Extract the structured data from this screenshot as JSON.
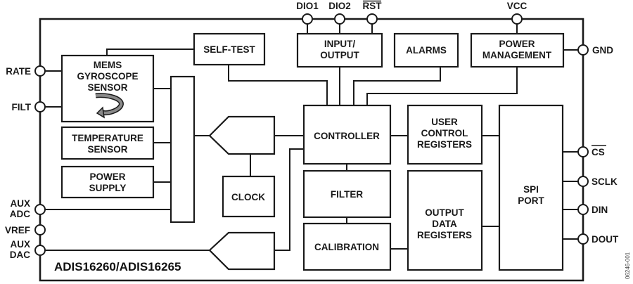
{
  "diagram": {
    "chip_name": "ADIS16260/ADIS16265",
    "figure_code": "06246-001",
    "blocks": {
      "mems": [
        "MEMS",
        "GYROSCOPE",
        "SENSOR"
      ],
      "temperature": [
        "TEMPERATURE",
        "SENSOR"
      ],
      "power_supply": [
        "POWER",
        "SUPPLY"
      ],
      "self_test": [
        "SELF-TEST"
      ],
      "input_output": [
        "INPUT/",
        "OUTPUT"
      ],
      "alarms": [
        "ALARMS"
      ],
      "power_management": [
        "POWER",
        "MANAGEMENT"
      ],
      "clock": [
        "CLOCK"
      ],
      "controller": [
        "CONTROLLER"
      ],
      "filter": [
        "FILTER"
      ],
      "calibration": [
        "CALIBRATION"
      ],
      "user_control_registers": [
        "USER",
        "CONTROL",
        "REGISTERS"
      ],
      "output_data_registers": [
        "OUTPUT",
        "DATA",
        "REGISTERS"
      ],
      "spi_port": [
        "SPI",
        "PORT"
      ]
    },
    "pins": {
      "left": [
        {
          "id": "rate",
          "label": [
            "RATE"
          ]
        },
        {
          "id": "filt",
          "label": [
            "FILT"
          ]
        },
        {
          "id": "aux_adc",
          "label": [
            "AUX",
            "ADC"
          ]
        },
        {
          "id": "vref",
          "label": [
            "VREF"
          ]
        },
        {
          "id": "aux_dac",
          "label": [
            "AUX",
            "DAC"
          ]
        }
      ],
      "top": [
        {
          "id": "dio1",
          "label": "DIO1",
          "overbar": false
        },
        {
          "id": "dio2",
          "label": "DIO2",
          "overbar": false
        },
        {
          "id": "rst",
          "label": "RST",
          "overbar": true
        },
        {
          "id": "vcc",
          "label": "VCC",
          "overbar": false
        }
      ],
      "right": [
        {
          "id": "gnd",
          "label": "GND",
          "overbar": false
        },
        {
          "id": "cs",
          "label": "CS",
          "overbar": true
        },
        {
          "id": "sclk",
          "label": "SCLK",
          "overbar": false
        },
        {
          "id": "din",
          "label": "DIN",
          "overbar": false
        },
        {
          "id": "dout",
          "label": "DOUT",
          "overbar": false
        }
      ]
    }
  }
}
